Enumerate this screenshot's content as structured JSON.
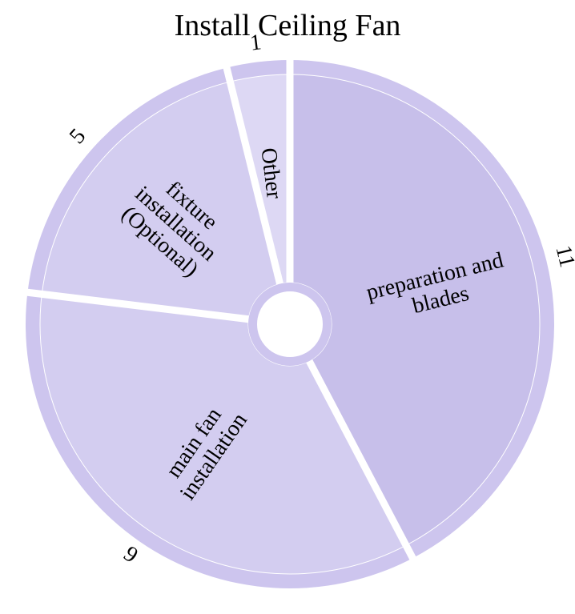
{
  "chart_data": {
    "type": "pie",
    "title": "Install Ceiling Fan",
    "slices": [
      {
        "name": "preparation and blades",
        "label_lines": [
          "preparation and",
          "blades"
        ],
        "value": 11
      },
      {
        "name": "main fan installation",
        "label_lines": [
          "main fan",
          "installation"
        ],
        "value": 9
      },
      {
        "name": "fixture installation (Optional)",
        "label_lines": [
          "fixture",
          "installation",
          "(Optional)"
        ],
        "value": 5
      },
      {
        "name": "Other",
        "label_lines": [
          "Other"
        ],
        "value": 1
      }
    ],
    "colors": {
      "inner": [
        "#c7bfea",
        "#d3cdf0",
        "#d3cdf0",
        "#ddd8f4"
      ],
      "ring": "#cdc5ee",
      "separator": "#ffffff"
    }
  }
}
